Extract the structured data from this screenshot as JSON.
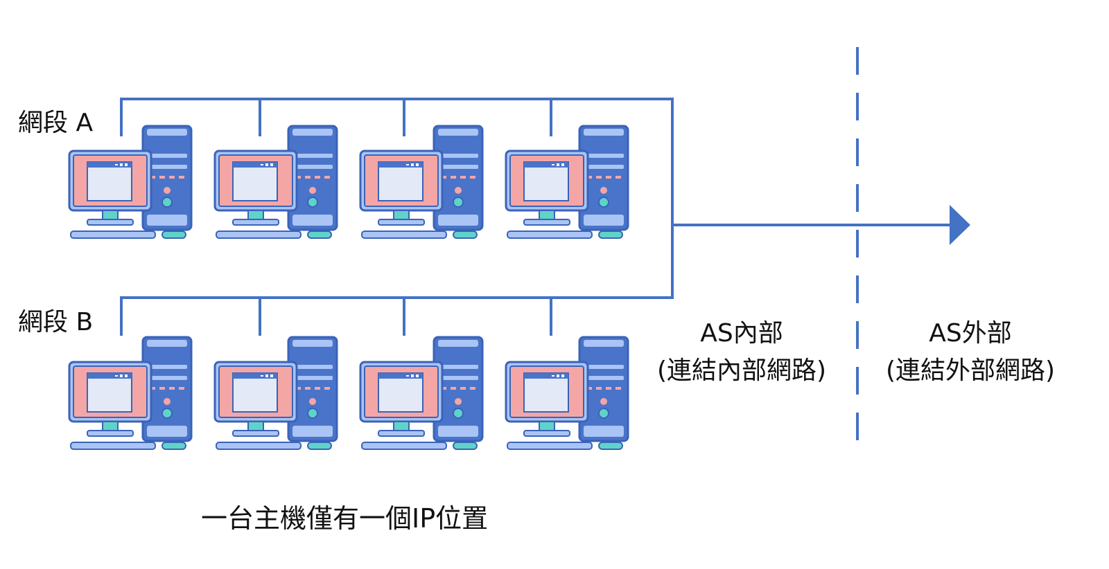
{
  "segments": {
    "a_label": "網段 A",
    "b_label": "網段 B"
  },
  "zones": {
    "inside_title": "AS內部",
    "inside_desc": "(連結內部網路)",
    "outside_title": "AS外部",
    "outside_desc": "(連結外部網路)"
  },
  "caption": "一台主機僅有一個IP位置",
  "colors": {
    "line": "#4472c4",
    "monitor_frame": "#a9c4f5",
    "monitor_outline": "#3a63b8",
    "screen_pink": "#f4a6a6",
    "window_fill": "#e3e9f7",
    "tower": "#4a74c9",
    "tower_light": "#a9c4f5",
    "button_pink": "#f4a6a6",
    "button_teal": "#5fd3c9",
    "stand_teal": "#5fd3c9"
  },
  "computer_icon": "desktop-computer-icon",
  "rows": [
    {
      "name": "segment-a",
      "count": 4
    },
    {
      "name": "segment-b",
      "count": 4
    }
  ]
}
